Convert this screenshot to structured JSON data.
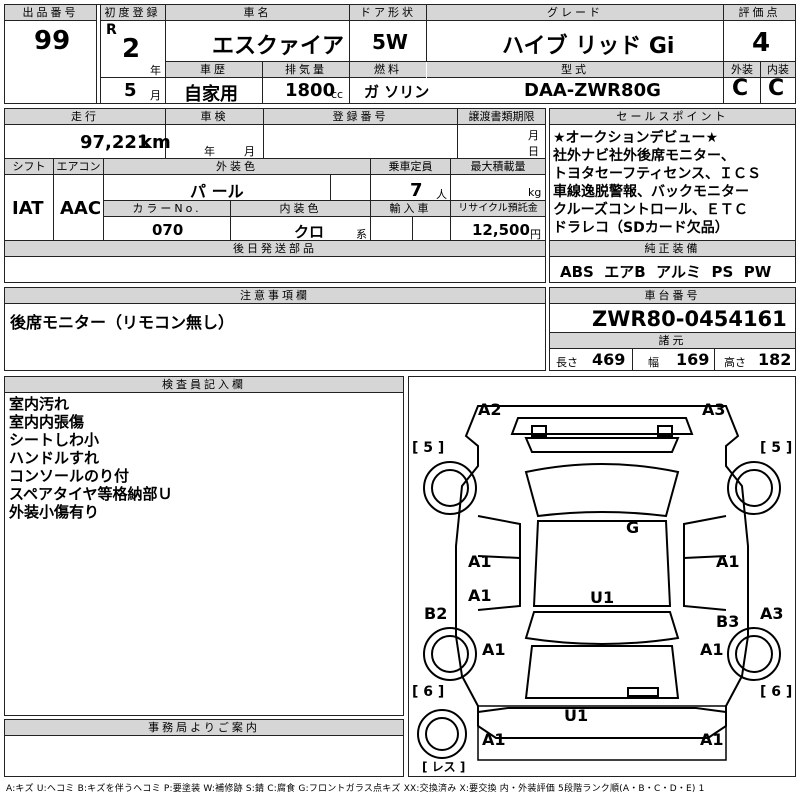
{
  "top": {
    "lot_label": "出品番号",
    "lot_value": "99",
    "first_reg_label": "初度登録",
    "era": "R",
    "year_value": "2",
    "year_unit": "年",
    "month_value": "5",
    "month_unit": "月",
    "name_label": "車名",
    "name_value": "エスクァイア",
    "door_label": "ドア形状",
    "door_value": "5W",
    "grade_label": "グレード",
    "grade_value": "ハイブ リッド Gi",
    "score_label": "評価点",
    "score_value": "4",
    "history_label": "車歴",
    "history_value": "自家用",
    "disp_label": "排気量",
    "disp_value": "1800",
    "disp_unit": "cc",
    "fuel_label": "燃料",
    "fuel_value": "ガ ソリン",
    "model_label": "型式",
    "model_value": "DAA-ZWR80G",
    "ext_label": "外装",
    "ext_value": "C",
    "int_label": "内装",
    "int_value": "C"
  },
  "second": {
    "mileage_label": "走行",
    "mileage_value": "97,221",
    "mileage_unit": "km",
    "inspect_label": "車検",
    "inspect_year": "年",
    "inspect_month": "月",
    "plate_label": "登録番号",
    "transfer_label": "譲渡書類期限",
    "transfer_month": "月",
    "transfer_day": "日",
    "shift_label": "シフト",
    "shift_value": "IAT",
    "ac_label": "エアコン",
    "ac_value": "AAC",
    "color_label": "外装色",
    "color_value": "パ ール",
    "capacity_label": "乗車定員",
    "capacity_value": "7",
    "capacity_unit": "人",
    "load_label": "最大積載量",
    "load_unit": "kg",
    "colorno_label": "カラーNo.",
    "colorno_value": "070",
    "intcolor_label": "内装色",
    "intcolor_value": "クロ",
    "intcolor_unit": "系",
    "import_label": "輸入車",
    "recycle_label": "リサイクル預託金",
    "recycle_value": "12,500",
    "recycle_unit": "円",
    "later_label": "後日発送部品"
  },
  "sales": {
    "label": "セールスポイント",
    "lines": [
      "★オークションデビュー★",
      "社外ナビ社外後席モニター、",
      "トヨタセーフティセンス、ＩＣＳ",
      "車線逸脱警報、バックモニター",
      "クルーズコントロール、ＥＴＣ",
      "ドラレコ（SDカード欠品）"
    ]
  },
  "equipment": {
    "label": "純正装備",
    "value": "ABS  エアB  アルミ  PS  PW"
  },
  "notes": {
    "label": "注意事項欄",
    "value": "後席モニター（リモコン無し）"
  },
  "chassis": {
    "label": "車台番号",
    "value": "ZWR80-0454161"
  },
  "specs": {
    "label": "諸元",
    "length_label": "長さ",
    "length_value": "469",
    "width_label": "幅",
    "width_value": "169",
    "height_label": "高さ",
    "height_value": "182"
  },
  "inspector": {
    "label": "検査員記入欄",
    "lines": [
      "室内汚れ",
      "室内内張傷",
      "シートしわ小",
      "ハンドルすれ",
      "コンソールのり付",
      "スペアタイヤ等格納部Ｕ",
      "外装小傷有り"
    ]
  },
  "office": {
    "label": "事務局よりご案内"
  },
  "diagram": {
    "marks": {
      "a2_top": "A2",
      "a3_top": "A3",
      "g": "G",
      "a1_left_upper": "A1",
      "a1_right_upper": "A1",
      "a1_left_mid": "A1",
      "u1_center": "U1",
      "b2_left": "B2",
      "b3_right": "B3",
      "a3_right": "A3",
      "a1_left_wheel": "A1",
      "a1_right_wheel": "A1",
      "u1_bottom": "U1",
      "a1_bottom_left": "A1",
      "a1_bottom_right": "A1"
    },
    "tire_left_top": "[ 5 ]",
    "tire_right_top": "[ 5 ]",
    "tire_left_bottom": "[ 6 ]",
    "tire_right_bottom": "[ 6 ]",
    "spare": "[ レス ]"
  },
  "legend": "A:キズ U:ヘコミ B:キズを伴うヘコミ P:要塗装 W:補修跡 S:錆 C:腐食 G:フロントガラス点キズ XX:交換済み X:要交換  内・外装評価  5段階ランク順(A・B・C・D・E) 1"
}
